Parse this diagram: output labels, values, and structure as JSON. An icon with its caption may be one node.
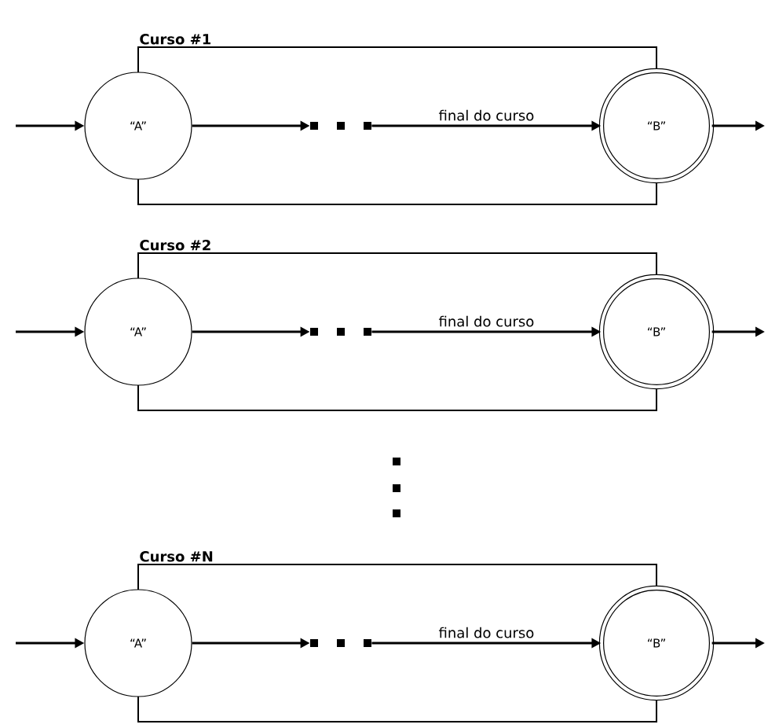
{
  "diagram": {
    "nodes": [
      {
        "text": [
          "Curso #1"
        ]
      },
      {
        "text": [
          "“A”"
        ]
      },
      {
        "text": [],
        "shape": "dots",
        "in": 0
      },
      {
        "text": [
          "“B”"
        ]
      },
      {
        "text": [
          "Curso #2"
        ]
      },
      {
        "text": [
          "“A”"
        ]
      },
      {
        "text": [],
        "shape": "dots",
        "in": 4
      },
      {
        "text": [
          "“B”"
        ]
      },
      {
        "text": [
          "Curso #N"
        ]
      },
      {
        "text": [
          "“A”"
        ]
      },
      {
        "text": [],
        "shape": "dots",
        "in": 8
      },
      {
        "text": [
          "“B”"
        ]
      }
    ],
    "edges": [
      {
        "from": null,
        "to": 1,
        "arrow": "to"
      },
      {
        "from": 1,
        "to": 2,
        "arrow": "to"
      },
      {
        "from": 2,
        "to": 3,
        "arrow": "to",
        "label": "final do curso"
      },
      {
        "from": 3,
        "to": null,
        "arrow": "to"
      },
      {
        "from": null,
        "to": 5,
        "arrow": "to"
      },
      {
        "from": 5,
        "to": 6,
        "arrow": "to"
      },
      {
        "from": 6,
        "to": 7,
        "arrow": "to",
        "label": "final do curso"
      },
      {
        "from": 7,
        "to": null,
        "arrow": "to"
      },
      {
        "from": null,
        "to": 9,
        "arrow": "to"
      },
      {
        "from": 9,
        "to": 10,
        "arrow": "to"
      },
      {
        "from": 10,
        "to": 11,
        "arrow": "to",
        "label": "final do curso"
      },
      {
        "from": 11,
        "to": null,
        "arrow": "to"
      }
    ]
  }
}
